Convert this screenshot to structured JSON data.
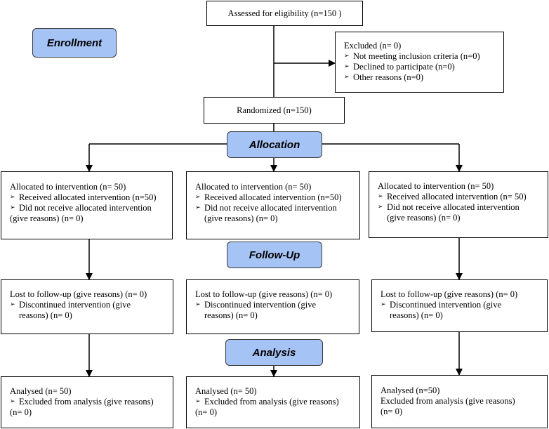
{
  "stages": {
    "enrollment": "Enrollment",
    "allocation": "Allocation",
    "follow_up": "Follow-Up",
    "analysis": "Analysis"
  },
  "assessed": "Assessed for eligibility (n=150 )",
  "excluded": {
    "title": "Excluded (n= 0)",
    "items": [
      "Not meeting inclusion criteria (n=0)",
      "Declined to participate (n=0)",
      "Other reasons (n=0)"
    ]
  },
  "randomized": "Randomized (n=150)",
  "allocation_boxes": [
    {
      "title": "Allocated to intervention (n= 50)",
      "received": "Received allocated intervention (n=50)",
      "not_received": "Did not receive allocated intervention",
      "reasons": "(give reasons) (n= 0)"
    },
    {
      "title": "Allocated to intervention (n= 50)",
      "received": "Received allocated intervention (n=50)",
      "not_received": "Did not receive allocated intervention",
      "reasons": "(give reasons) (n= 0)"
    },
    {
      "title": "Allocated to intervention (n= 50)",
      "received": "Received allocated intervention (n= 50)",
      "not_received": "Did not receive allocated intervention",
      "reasons": "(give reasons) (n= 0)"
    }
  ],
  "followup_boxes": [
    {
      "lost": "Lost to follow-up (give reasons) (n= 0)",
      "discontinued": "Discontinued intervention (give",
      "reasons": "reasons) (n= 0)"
    },
    {
      "lost": "Lost to follow-up (give reasons) (n= 0)",
      "discontinued": "Discontinued intervention (give",
      "reasons": "reasons) (n= 0)"
    },
    {
      "lost": "Lost to follow-up (give reasons) (n= 0)",
      "discontinued": "Discontinued intervention (give",
      "reasons": "reasons) (n= 0)"
    }
  ],
  "analysis_boxes": [
    {
      "analysed": "Analysed (n= 50)",
      "excluded": "Excluded from analysis (give reasons)",
      "n": "(n= 0)"
    },
    {
      "analysed": "Analysed (n= 50)",
      "excluded": "Excluded from analysis (give reasons)",
      "n": "(n= 0)"
    },
    {
      "analysed": "Analysed (n=50)",
      "excluded": "Excluded from analysis (give reasons)",
      "n": "(n= 0)"
    }
  ],
  "colors": {
    "stage_fill": "#a6c3f5",
    "line": "#000000"
  }
}
